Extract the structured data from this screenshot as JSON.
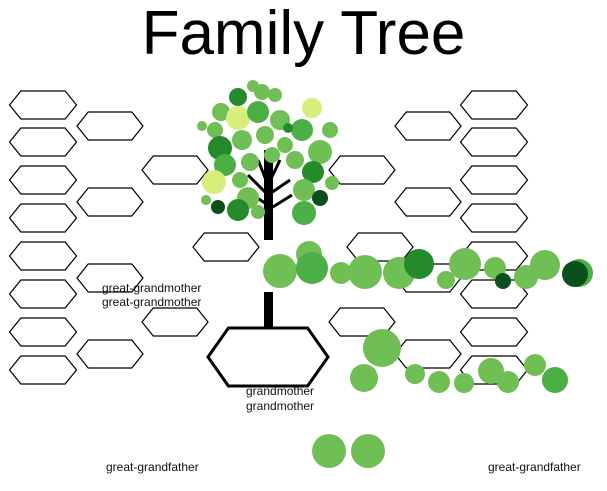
{
  "title": "Family Tree",
  "labels": {
    "left_upper_1": "great-grandmother",
    "left_upper_2": "great-grandmother",
    "center_1": "grandmother",
    "center_2": "grandmother",
    "bottom_left": "great-grandfather",
    "bottom_right": "great-grandfather"
  },
  "colors": {
    "light_green": "#6fbf54",
    "mid_green": "#4caf46",
    "dark_green": "#248a2a",
    "darkest_green": "#0a4f1c",
    "lime": "#d6ee7c",
    "outline": "#000000"
  }
}
